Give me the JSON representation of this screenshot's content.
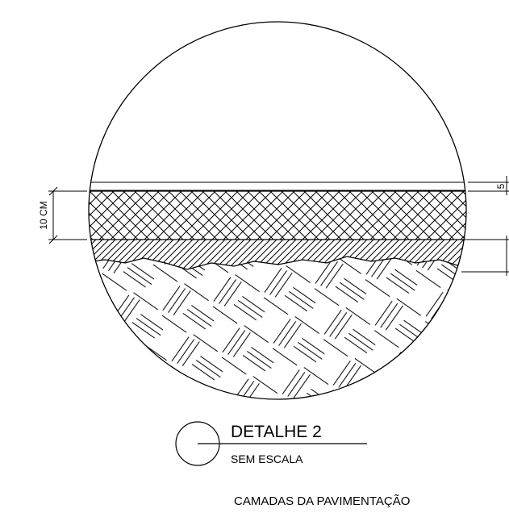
{
  "dimension": {
    "layer_thickness": "10 CM",
    "top_layer_thickness": "5"
  },
  "detail": {
    "title": "DETALHE 2",
    "scale": "SEM ESCALA"
  },
  "caption": "CAMADAS DA PAVIMENTAÇÃO",
  "colors": {
    "ink": "#000000",
    "background": "#ffffff"
  }
}
